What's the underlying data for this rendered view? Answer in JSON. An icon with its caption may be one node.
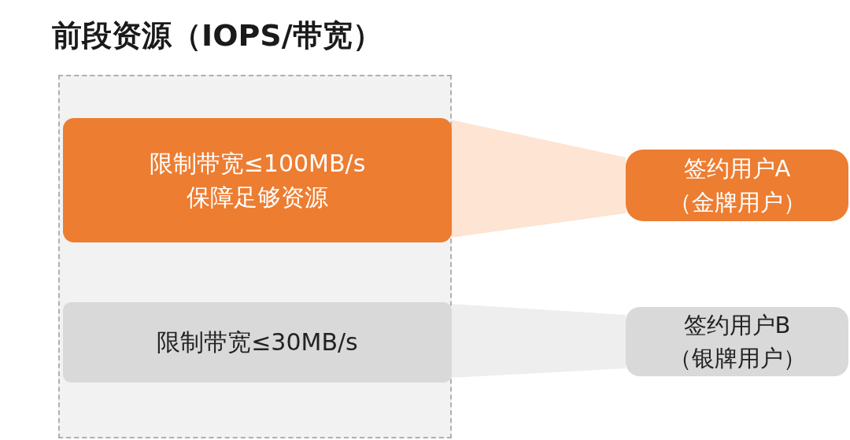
{
  "diagram": {
    "title": "前段资源（IOPS/带宽）",
    "nodes": [
      {
        "text": [],
        "shape": "box"
      },
      {
        "text": [
          "限制带宽≤100MB/s",
          "保障足够资源"
        ],
        "in": 0
      },
      {
        "text": [
          "限制带宽≤30MB/s"
        ],
        "in": 0
      },
      {
        "text": [
          "签约用户A",
          "（金牌用户）"
        ]
      },
      {
        "text": [
          "签约用户B",
          "（银牌用户）"
        ]
      }
    ],
    "edges": [
      {
        "from": 3,
        "to": 1,
        "arrow": "none",
        "color": "#fde4d3"
      },
      {
        "from": 4,
        "to": 2,
        "arrow": "none",
        "color": "#eeeeee"
      }
    ]
  }
}
